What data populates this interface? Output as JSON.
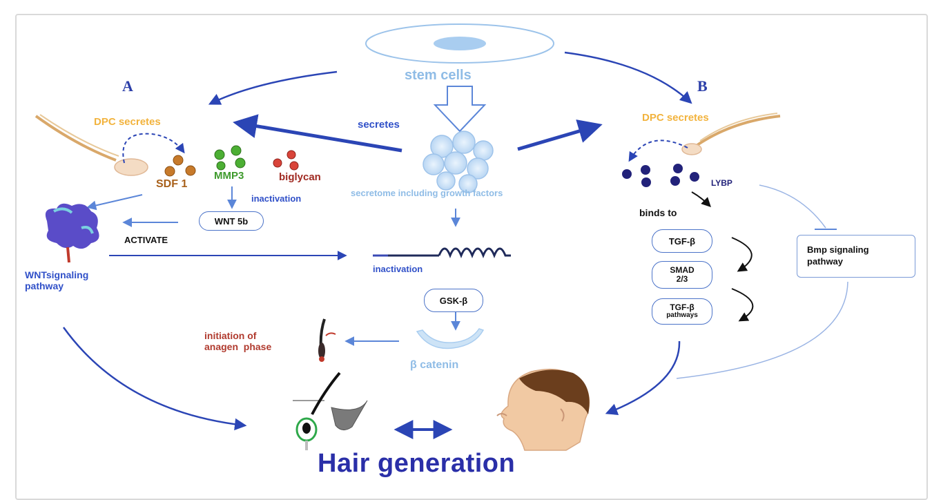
{
  "labels": {
    "panel_a": "A",
    "panel_b": "B",
    "stem_cells": "stem cells",
    "dpc_secretes_left": "DPC secretes",
    "dpc_secretes_right": "DPC secretes",
    "secretes": "secretes",
    "secretome": "secretome including growth factors",
    "sdf1": "SDF 1",
    "mmp3": "MMP3",
    "biglycan": "biglycan",
    "inactivation_left": "inactivation",
    "wnt5b": "WNT 5b",
    "activate": "ACTIVATE",
    "wnt_pathway": "WNTsignaling\npathway",
    "inactivation_mid": "inactivation",
    "gsk": "GSK-β",
    "beta_catenin": "β catenin",
    "anagen": "initiation of\nanagen  phase",
    "lybp": "LYBP",
    "binds_to": "binds to",
    "tgf_beta": "TGF-β",
    "smad_line1": "SMAD",
    "smad_line2": "2/3",
    "tgf_pathways_line1": "TGF-β",
    "tgf_pathways_line2": "pathways",
    "bmp": "Bmp signaling\npathway",
    "hair_generation": "Hair generation"
  },
  "icons": [
    "stem-cell-icon",
    "cell-cluster-icon",
    "dermal-papilla-cell-left-icon",
    "dermal-papilla-cell-right-icon",
    "wnt-receptor-icon",
    "dna-strand-icon",
    "beta-catenin-icon",
    "hair-strand-icon",
    "hair-follicle-icon",
    "human-head-icon"
  ],
  "colors": {
    "arrow_blue": "#2b45b5",
    "light_blue": "#8fbce6",
    "dpc_orange": "#f2b33d",
    "sdf_brown": "#a8601a",
    "mmp_green": "#3e9a2c",
    "biglycan_red": "#c0392b",
    "lybp_navy": "#1f1f7a",
    "hair_title": "#2a2fa8"
  }
}
